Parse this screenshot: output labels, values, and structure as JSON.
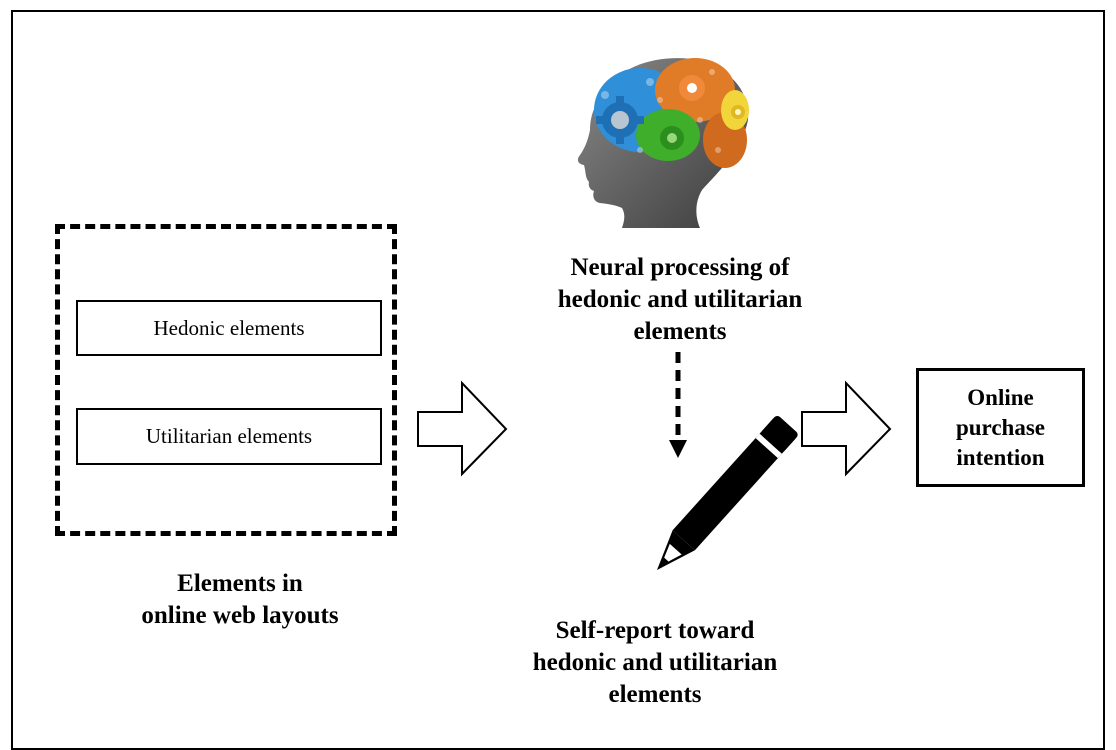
{
  "diagram": {
    "left_group": {
      "items": [
        {
          "label": "Hedonic elements"
        },
        {
          "label": "Utilitarian elements"
        }
      ],
      "caption_line1": "Elements in",
      "caption_line2": "online web layouts"
    },
    "neural": {
      "caption_line1": "Neural processing of",
      "caption_line2": "hedonic and utilitarian",
      "caption_line3": "elements",
      "icon": "brain-gears-head-icon"
    },
    "self_report": {
      "caption_line1": "Self-report toward",
      "caption_line2": "hedonic and utilitarian",
      "caption_line3": "elements",
      "icon": "pencil-icon"
    },
    "outcome": {
      "line1": "Online",
      "line2": "purchase",
      "line3": "intention"
    },
    "colors": {
      "gear_blue": "#2f8fd8",
      "gear_green": "#3fae2a",
      "gear_orange": "#e07b28",
      "gear_yellow": "#f2d43b",
      "head_gray": "#5a5a5a"
    }
  }
}
